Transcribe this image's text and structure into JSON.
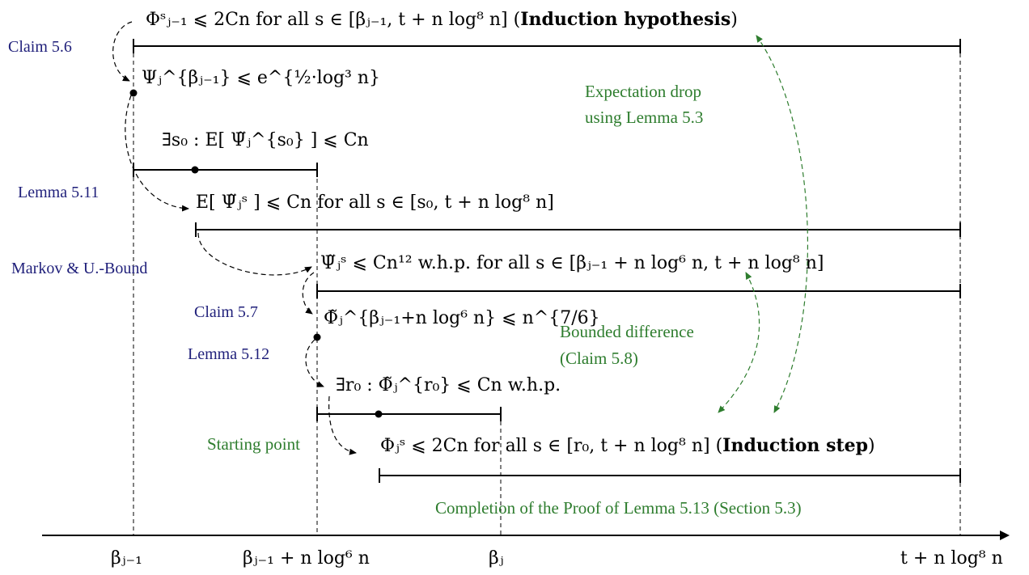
{
  "statements": {
    "s1": "Φˢⱼ₋₁ ⩽ 2Cn for all s ∈ [βⱼ₋₁, t + n log⁸ n] (",
    "s1_bold": "Induction hypothesis",
    "s1_end": ")",
    "s2": "Ψⱼ^{βⱼ₋₁} ⩽ e^{½·log³ n}",
    "s3": "∃s₀ : E[ Ψ̃ⱼ^{s₀} ] ⩽ Cn",
    "s4": "E[ Ψ̃ⱼˢ ] ⩽ Cn for all s ∈ [s₀, t + n log⁸ n]",
    "s5": "Ψ̃ⱼˢ ⩽ Cn¹² w.h.p. for all s ∈ [βⱼ₋₁ + n log⁶ n, t + n log⁸ n]",
    "s6": "Φ̃ⱼ^{βⱼ₋₁+n log⁶ n} ⩽ n^{7/6}",
    "s7": "∃r₀ : Φ̃ⱼ^{r₀} ⩽ Cn w.h.p.",
    "s8": "Φⱼˢ ⩽ 2Cn for all s ∈ [r₀, t + n log⁸ n] (",
    "s8_bold": "Induction step",
    "s8_end": ")"
  },
  "labels": {
    "claim56": "Claim 5.6",
    "lemma511": "Lemma 5.11",
    "markov": "Markov & U.-Bound",
    "claim57": "Claim 5.7",
    "lemma512": "Lemma 5.12",
    "starting": "Starting point",
    "expect1": "Expectation drop",
    "expect2": "using Lemma 5.3",
    "bounded1": "Bounded difference",
    "bounded2": "(Claim 5.8)",
    "completion": "Completion of the Proof of Lemma 5.13 (Section 5.3)"
  },
  "axis": {
    "t1": "βⱼ₋₁",
    "t2": "βⱼ₋₁ + n log⁶ n",
    "t3": "βⱼ",
    "t4": "t + n log⁸ n"
  },
  "colors": {
    "blue": "#1f1f7a",
    "green": "#2e7d2e"
  }
}
